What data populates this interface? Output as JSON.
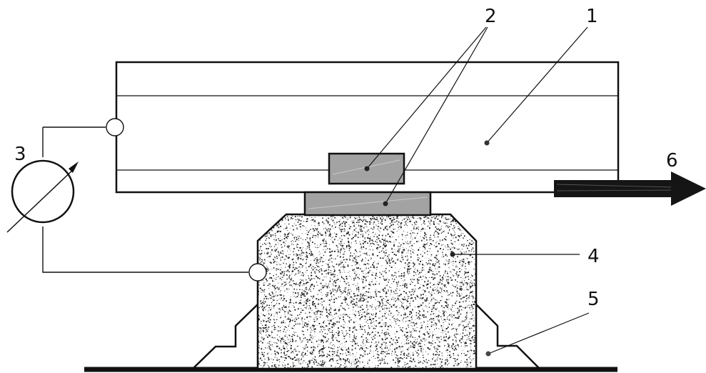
{
  "labels": {
    "beam": "1",
    "contact_pads": "2",
    "meter": "3",
    "specimen": "4",
    "support": "5",
    "force": "6"
  },
  "colors": {
    "stroke": "#111111",
    "pad_fill": "#a3a3a3",
    "speckle": "#1a1a1a",
    "arrow": "#151515",
    "background": "#ffffff"
  }
}
